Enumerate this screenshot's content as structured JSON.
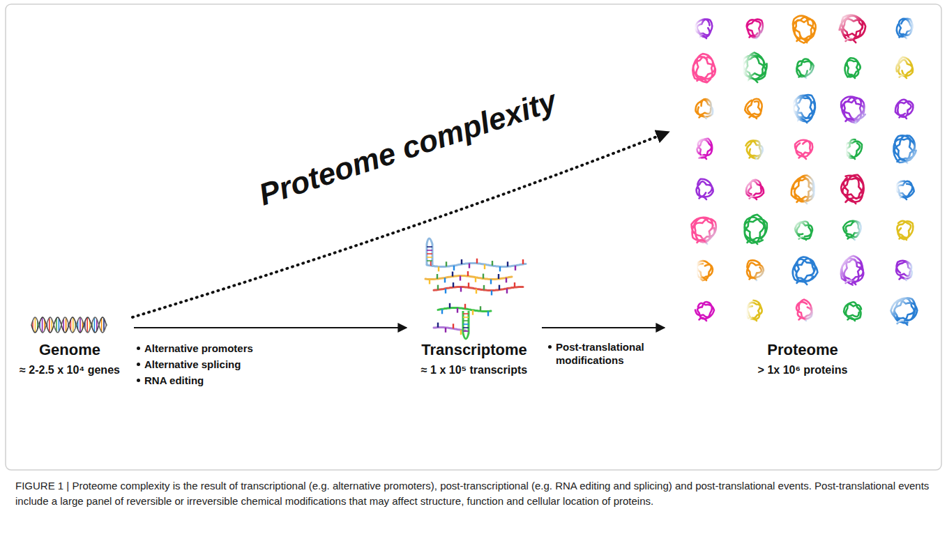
{
  "diagram": {
    "caption": "FIGURE 1 | Proteome complexity is the result of transcriptional (e.g. alternative promoters), post-transcriptional (e.g. RNA editing and splicing) and post-translational events. Post-translational events include a large panel of reversible or irreversible chemical modifications that may affect structure, function and cellular location of proteins.",
    "nodes": [
      {
        "text": [
          "Genome",
          "≈ 2-2.5 x 10⁴ genes"
        ]
      },
      {
        "text": [
          "Transcriptome",
          "≈ 1 x 10⁵ transcripts"
        ]
      },
      {
        "text": [
          "Proteome",
          "> 1x 10⁶ proteins"
        ]
      }
    ],
    "edges": [
      {
        "from": 0,
        "to": 1,
        "arrow": "to"
      },
      {
        "from": 1,
        "to": 2,
        "arrow": "to"
      },
      {
        "from": 0,
        "to": 2,
        "label": "Proteome complexity",
        "arrow": "to"
      }
    ],
    "labels": [
      "Alternative promoters",
      "Alternative splicing",
      "RNA editing",
      "Post-translational modifications"
    ]
  }
}
